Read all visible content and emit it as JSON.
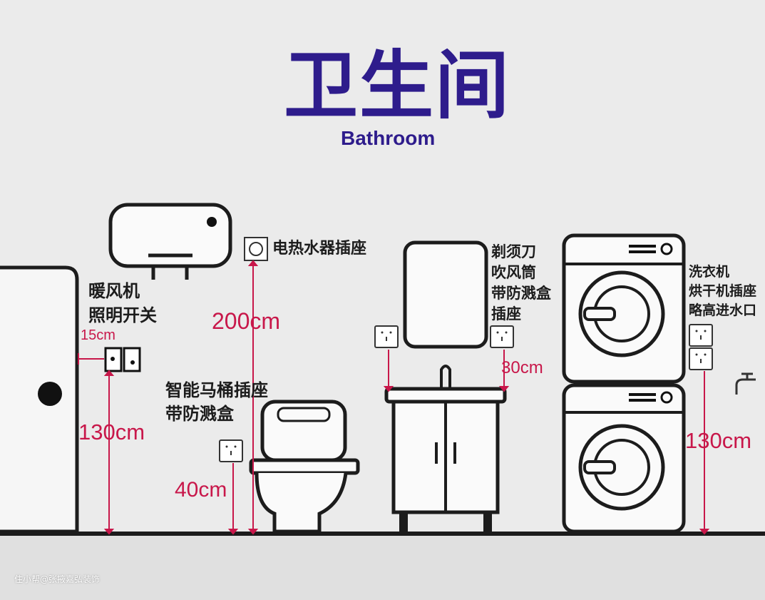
{
  "title": "卫生间",
  "subtitle": "Bathroom",
  "labels": {
    "heater_switch": [
      "暖风机",
      "照明开关"
    ],
    "water_heater_socket": "电热水器插座",
    "toilet_socket": [
      "智能马桶插座",
      "带防溅盒"
    ],
    "mirror_socket": [
      "剃须刀",
      "吹风筒",
      "带防溅盒",
      "插座"
    ],
    "washer_socket": [
      "洗衣机",
      "烘干机插座",
      "略高进水口"
    ]
  },
  "dimensions": {
    "switch_offset": "15cm",
    "switch_height": "130cm",
    "water_heater_height": "200cm",
    "toilet_height": "40cm",
    "mirror_offset": "30cm",
    "washer_height": "130cm"
  },
  "watermark": "住小帮@张掖嘉弘装饰",
  "colors": {
    "title": "#2e1c8c",
    "dimension": "#c8174a",
    "line": "#1c1c1c",
    "background": "#ebebeb"
  }
}
